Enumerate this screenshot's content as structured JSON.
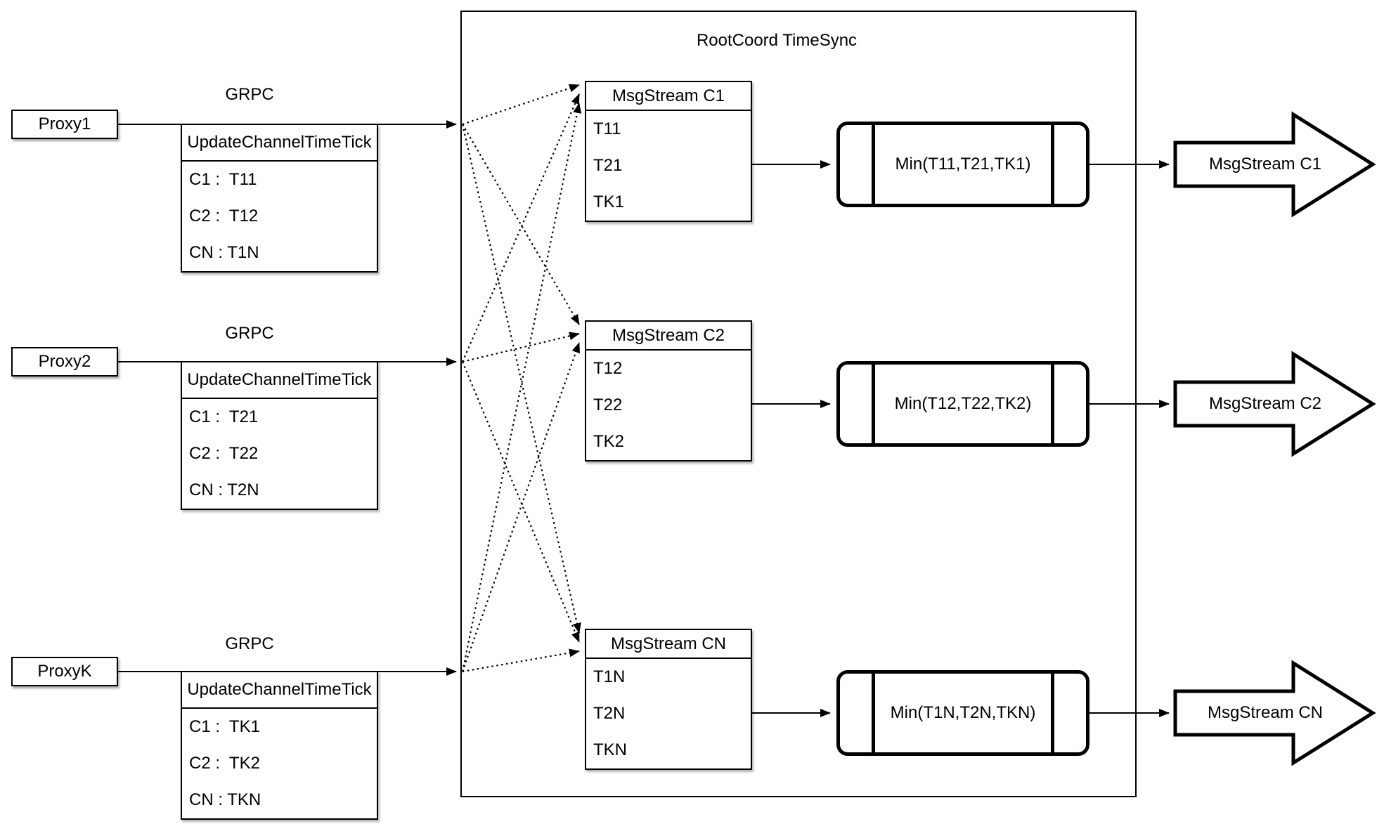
{
  "diagram": {
    "title": "RootCoord TimeSync",
    "proxies": [
      {
        "name": "Proxy1",
        "protocol_label": "GRPC",
        "message": {
          "header": "UpdateChannelTimeTick",
          "rows": [
            "C1 :  T11",
            "C2 :  T12",
            "CN : T1N"
          ]
        }
      },
      {
        "name": "Proxy2",
        "protocol_label": "GRPC",
        "message": {
          "header": "UpdateChannelTimeTick",
          "rows": [
            "C1 :  T21",
            "C2 :  T22",
            "CN : T2N"
          ]
        }
      },
      {
        "name": "ProxyK",
        "protocol_label": "GRPC",
        "message": {
          "header": "UpdateChannelTimeTick",
          "rows": [
            "C1 :  TK1",
            "C2 :  TK2",
            "CN : TKN"
          ]
        }
      }
    ],
    "streams": [
      {
        "header": "MsgStream C1",
        "rows": [
          "T11",
          "T21",
          "TK1"
        ],
        "min_label": "Min(T11,T21,TK1)",
        "out_label": "MsgStream C1"
      },
      {
        "header": "MsgStream C2",
        "rows": [
          "T12",
          "T22",
          "TK2"
        ],
        "min_label": "Min(T12,T22,TK2)",
        "out_label": "MsgStream C2"
      },
      {
        "header": "MsgStream CN",
        "rows": [
          "T1N",
          "T2N",
          "TKN"
        ],
        "min_label": "Min(T1N,T2N,TKN)",
        "out_label": "MsgStream CN"
      }
    ],
    "colors": {
      "line": "#000000",
      "background": "#ffffff"
    }
  }
}
